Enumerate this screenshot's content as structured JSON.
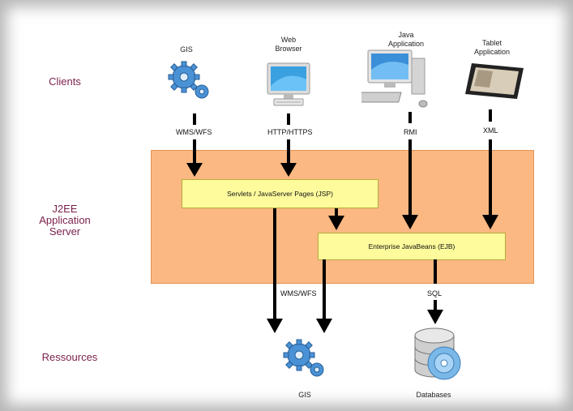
{
  "layers": {
    "clients": "Clients",
    "server_line1": "J2EE",
    "server_line2": "Application",
    "server_line3": "Server",
    "resources": "Ressources"
  },
  "clients": {
    "gis": "GIS",
    "web_browser": "Web\nBrowser",
    "java_application": "Java\nApplication",
    "tablet_application": "Tablet\nApplication"
  },
  "protocols": {
    "wms_wfs_top": "WMS/WFS",
    "http_https": "HTTP/HTTPS",
    "rmi": "RMI",
    "xml": "XML",
    "wms_wfs_bottom": "WMS/WFS",
    "sql": "SQL"
  },
  "components": {
    "servlets": "Servlets / JavaServer Pages (JSP)",
    "ejb": "Enterprise JavaBeans (EJB)"
  },
  "resources": {
    "gis": "GIS",
    "databases": "Databases"
  },
  "colors": {
    "server_box": "#fbb882",
    "component_box": "#fdfb9c",
    "layer_label": "#7a1f4a"
  }
}
